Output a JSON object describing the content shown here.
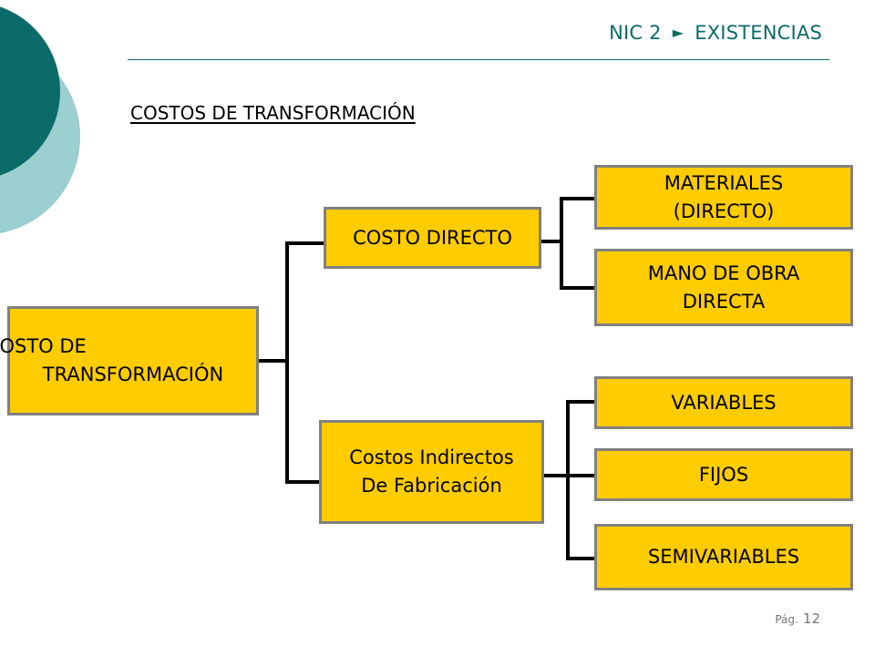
{
  "header": {
    "left": "NIC 2",
    "arrow": "►",
    "right": "EXISTENCIAS"
  },
  "section_title": "COSTOS DE TRANSFORMACIÓN",
  "diagram": {
    "root": {
      "line1": "COSTO DE",
      "line2": "TRANSFORMACIÓN"
    },
    "costo_directo": {
      "label": "COSTO DIRECTO"
    },
    "costos_indirectos": {
      "line1": "Costos Indirectos",
      "line2": "De Fabricación"
    },
    "materiales": {
      "line1": "MATERIALES",
      "line2": "(DIRECTO)"
    },
    "mano_obra": {
      "line1": "MANO DE OBRA",
      "line2": "DIRECTA"
    },
    "variables": {
      "label": "VARIABLES"
    },
    "fijos": {
      "label": "FIJOS"
    },
    "semivariables": {
      "label": "SEMIVARIABLES"
    }
  },
  "footer": {
    "page_label": "Pág.",
    "page_number": "12"
  },
  "colors": {
    "box_fill": "#ffcc00",
    "box_border": "#808080",
    "accent_teal": "#0b6b68",
    "accent_teal_light": "#9ccfd0"
  }
}
